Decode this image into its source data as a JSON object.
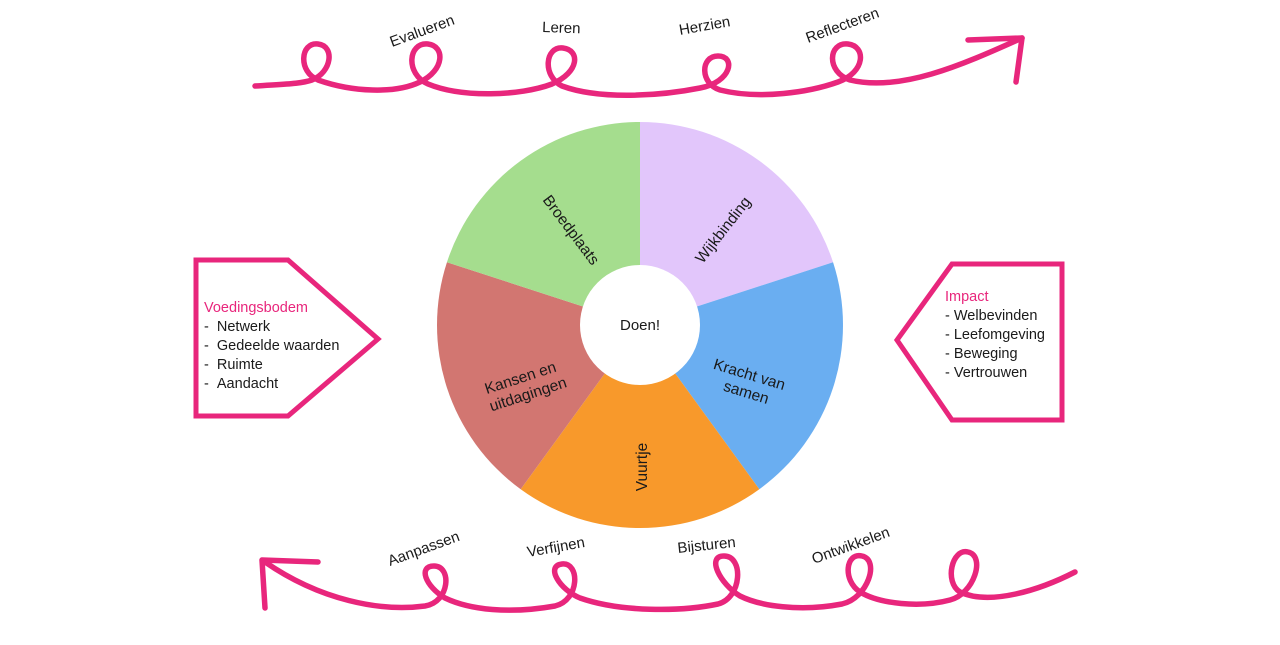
{
  "colors": {
    "accent": "#e8267c",
    "segment_green": "#a5dd8e",
    "segment_purple": "#e2c6fb",
    "segment_blue": "#6aaef1",
    "segment_orange": "#f8992b",
    "segment_red": "#d27671",
    "hub": "#ffffff"
  },
  "top_loop": {
    "labels": [
      "Evalueren",
      "Leren",
      "Herzien",
      "Reflecteren"
    ]
  },
  "bottom_loop": {
    "labels": [
      "Aanpassen",
      "Verfijnen",
      "Bijsturen",
      "Ontwikkelen"
    ]
  },
  "wheel": {
    "hub_label": "Doen!",
    "segments": [
      {
        "label": "Wijkbinding",
        "color": "#e2c6fb"
      },
      {
        "label": "Kracht van samen",
        "color": "#6aaef1"
      },
      {
        "label": "Vuurtje",
        "color": "#f8992b"
      },
      {
        "label": "Kansen en uitdagingen",
        "color": "#d27671"
      },
      {
        "label": "Broedplaats",
        "color": "#a5dd8e"
      }
    ]
  },
  "left_box": {
    "title": "Voedingsbodem",
    "items": [
      "Netwerk",
      "Gedeelde waarden",
      "Ruimte",
      "Aandacht"
    ]
  },
  "right_box": {
    "title": "Impact",
    "items": [
      "Welbevinden",
      "Leefomgeving",
      "Beweging",
      "Vertrouwen"
    ]
  }
}
